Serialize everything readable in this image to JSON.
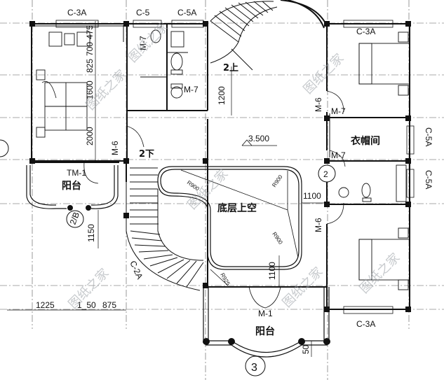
{
  "window_labels": {
    "c3a_top_left": "C-3A",
    "c5_top": "C-5",
    "c5a_top": "C-5A",
    "c3a_top_right": "C-3A",
    "c5a_right_1": "C-5A",
    "c5a_right_2": "C-5A",
    "c3a_bottom_right": "C-3A"
  },
  "door_labels": {
    "m7_a": "M-7",
    "m7_b": "M-7",
    "m6_upper": "M-6",
    "m7_c": "M-7",
    "m7_d": "M-7",
    "m6_left": "M-6",
    "m6_right": "M-6",
    "tm1": "TM-1",
    "m1": "M-1",
    "c2a": "C-2A"
  },
  "rooms": {
    "balcony_left": "阳台",
    "void": "底层上空",
    "cloakroom": "衣帽间",
    "balcony_bottom": "阳台"
  },
  "stair_labels": {
    "up": "2上",
    "down": "2下"
  },
  "elevation": "3.500",
  "dimensions": {
    "d475": "475",
    "d700": "700",
    "d825": "825",
    "d1600": "1600",
    "d2000": "2000",
    "d1200": "1200",
    "d1100_right": "1100",
    "d1150": "1150",
    "d1100_bottom": "1100",
    "d1225": "1225",
    "d1_50": "1_50",
    "d875": "875",
    "d50": "50"
  },
  "radii": {
    "r1": "R900",
    "r2": "R900",
    "r3": "R900",
    "r4": "R925"
  },
  "axis_markers": {
    "axis_2b": "2/B",
    "axis_2": "2",
    "axis_3": "3"
  },
  "watermarks": [
    "图纸之家",
    "图纸之家",
    "图纸之家",
    "图纸之家",
    "图纸之家",
    "图纸之家",
    "图纸之家"
  ]
}
